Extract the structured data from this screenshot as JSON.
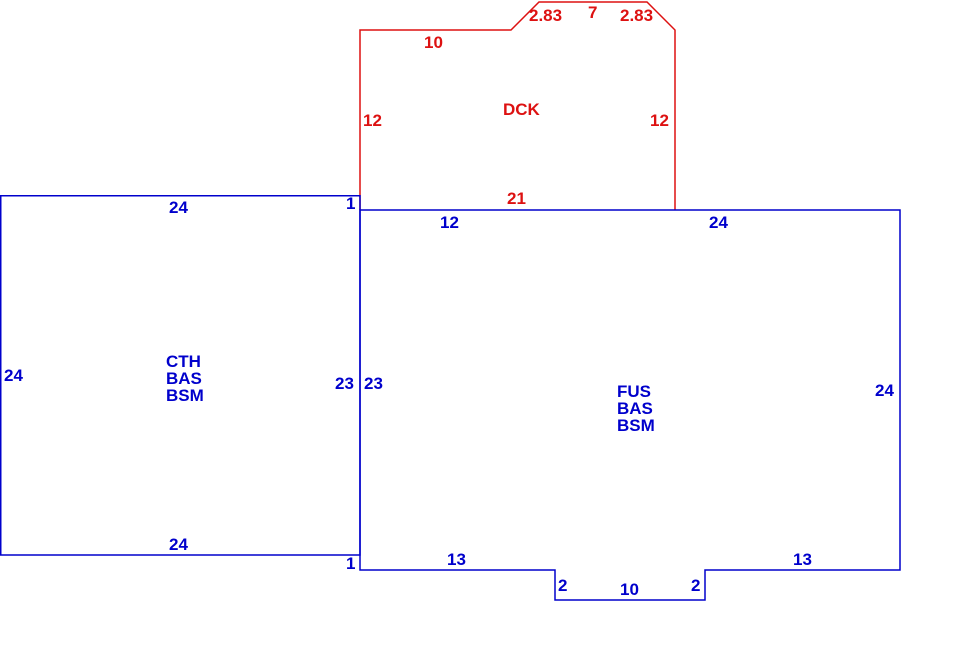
{
  "colors": {
    "main": "#0000cc",
    "deck": "#dd1111",
    "background": "#ffffff"
  },
  "deck": {
    "label": "DCK",
    "dims": {
      "top_left": "10",
      "chamfer_left": "2.83",
      "top": "7",
      "chamfer_right": "2.83",
      "left": "12",
      "right": "12",
      "bottom": "21"
    }
  },
  "left_area": {
    "labels": [
      "CTH",
      "BAS",
      "BSM"
    ],
    "dims": {
      "top": "24",
      "left": "24",
      "right": "23",
      "bottom": "24",
      "step_top": "1",
      "step_bottom": "1"
    }
  },
  "main_area": {
    "labels": [
      "FUS",
      "BAS",
      "BSM"
    ],
    "dims": {
      "top_left": "12",
      "top_right": "24",
      "left": "23",
      "right": "24",
      "bottom_left": "13",
      "bottom_right": "13",
      "bump_left": "2",
      "bump_bottom": "10",
      "bump_right": "2"
    }
  }
}
